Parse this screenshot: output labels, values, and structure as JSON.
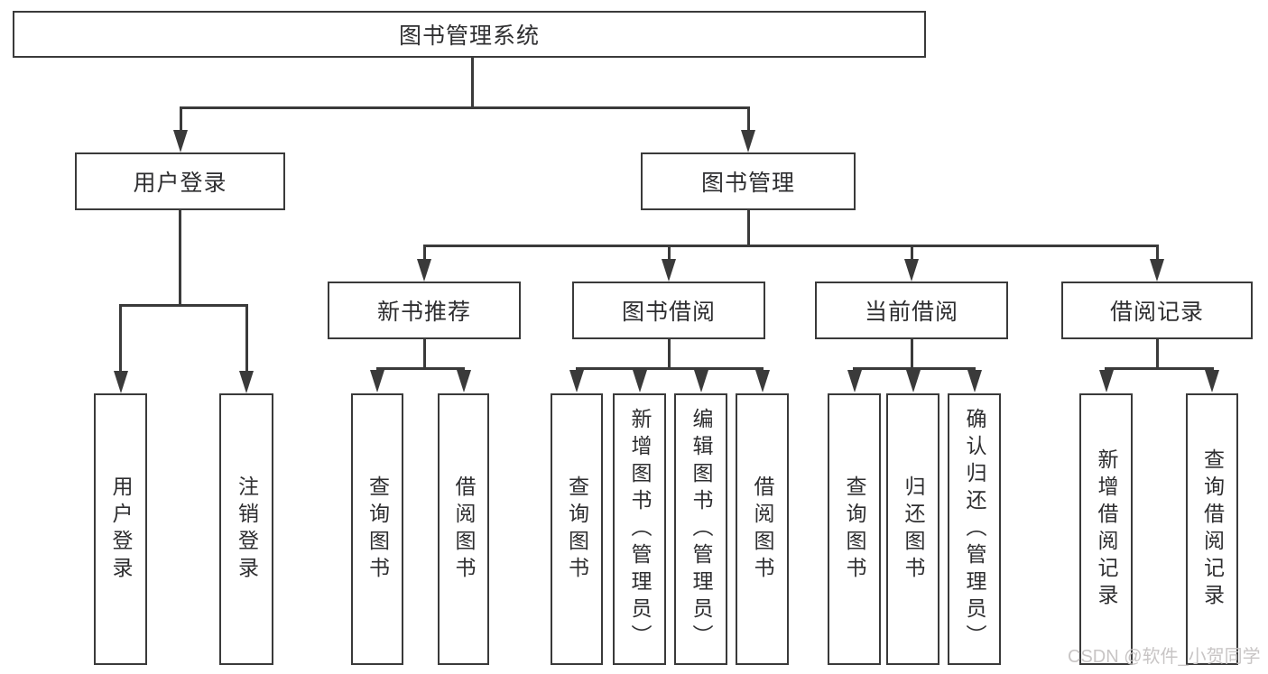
{
  "colors": {
    "line": "#3a3a3a",
    "text": "#2e2e30",
    "watermark": "#c8c5c5",
    "background": "#ffffff"
  },
  "tree": {
    "root": {
      "label": "图书管理系统"
    },
    "level1": [
      {
        "label": "用户登录",
        "children": [
          {
            "label": "用户登录"
          },
          {
            "label": "注销登录"
          }
        ]
      },
      {
        "label": "图书管理",
        "children": [
          {
            "label": "新书推荐",
            "children": [
              {
                "label": "查询图书"
              },
              {
                "label": "借阅图书"
              }
            ]
          },
          {
            "label": "图书借阅",
            "children": [
              {
                "label": "查询图书"
              },
              {
                "label": "新增图书（管理员）"
              },
              {
                "label": "编辑图书（管理员）"
              },
              {
                "label": "借阅图书"
              }
            ]
          },
          {
            "label": "当前借阅",
            "children": [
              {
                "label": "查询图书"
              },
              {
                "label": "归还图书"
              },
              {
                "label": "确认归还（管理员）"
              }
            ]
          },
          {
            "label": "借阅记录",
            "children": [
              {
                "label": "新增借阅记录"
              },
              {
                "label": "查询借阅记录"
              }
            ]
          }
        ]
      }
    ]
  },
  "watermark": "CSDN @软件_小贺同学"
}
